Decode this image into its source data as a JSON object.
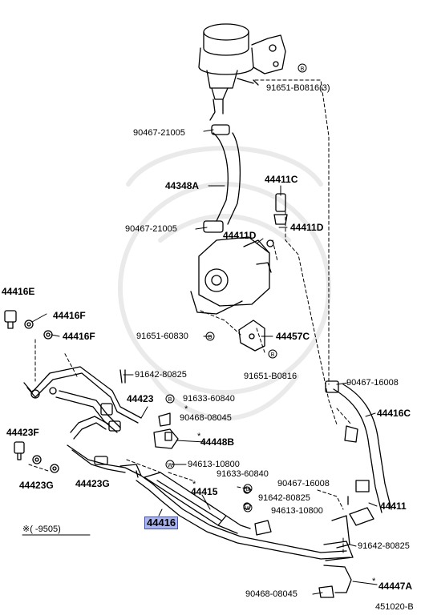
{
  "labels": {
    "p91651_b0816_3": "91651-B0816(3)",
    "p90467_21005_a": "90467-21005",
    "p44348a": "44348A",
    "p44411c": "44411C",
    "p90467_21005_b": "90467-21005",
    "p44411d_left": "44411D",
    "p44411d_right": "44411D",
    "p44416e": "44416E",
    "p44416f_a": "44416F",
    "p44416f_b": "44416F",
    "p91651_60830": "91651-60830",
    "p44457c": "44457C",
    "p91651_b0816": "91651-B0816",
    "p91642_80825_a": "91642-80825",
    "p90467_16008_a": "90467-16008",
    "p44423": "44423",
    "p91633_60840_a": "91633-60840",
    "p90468_08045_a": "90468-08045",
    "p44416c": "44416C",
    "p44423f": "44423F",
    "p44448b": "44448B",
    "p94613_10800_a": "94613-10800",
    "p44423g_a": "44423G",
    "p44423g_b": "44423G",
    "p91633_60840_b": "91633-60840",
    "p90467_16008_b": "90467-16008",
    "p44415": "44415",
    "p91642_80825_b": "91642-80825",
    "p94613_10800_b": "94613-10800",
    "p44411": "44411",
    "p44416": "44416",
    "p91642_80825_c": "91642-80825",
    "p44447a": "44447A",
    "p90468_08045_b": "90468-08045",
    "star_a": "*",
    "star_b": "*",
    "star_c": "*",
    "star_d": "*",
    "note_date": "※(   -9505)",
    "diagram_code": "451020-B"
  }
}
